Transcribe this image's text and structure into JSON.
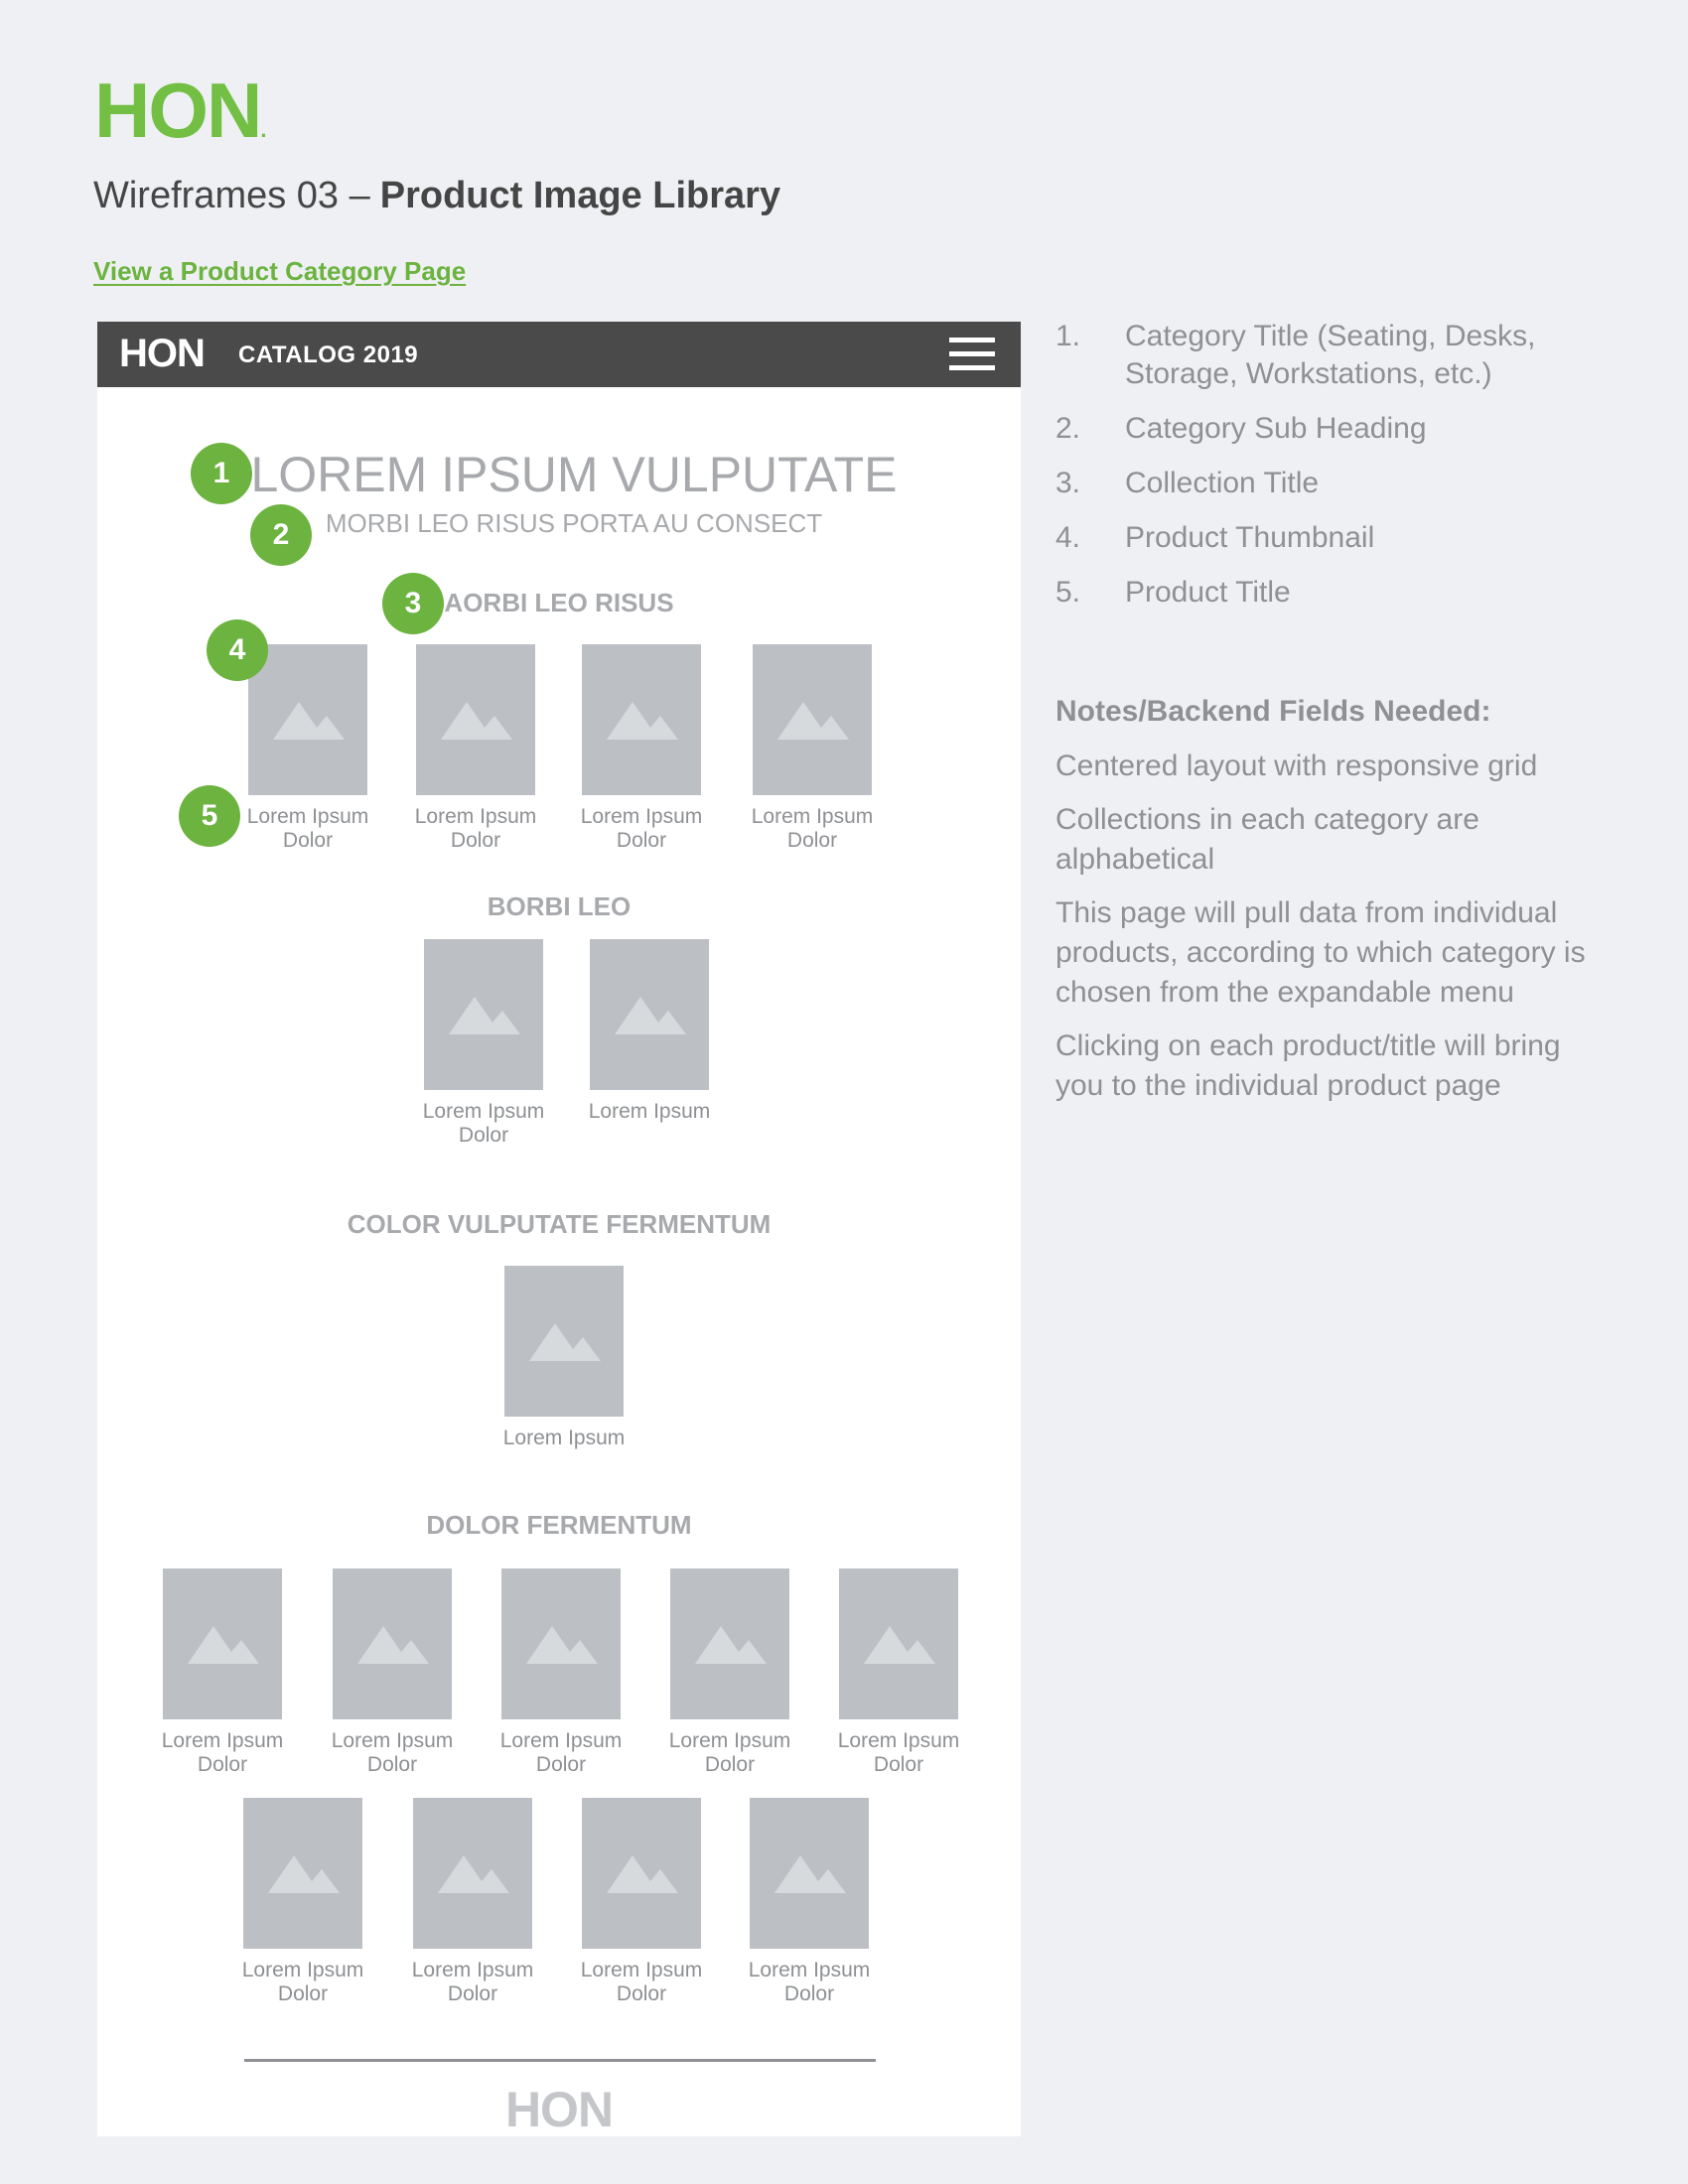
{
  "doc": {
    "logo": "HON",
    "title_prefix": "Wireframes 03 –",
    "title_main": "Product Image Library",
    "link": "View a Product Category Page"
  },
  "wireframe": {
    "header": {
      "logo": "HON",
      "catalog": "CATALOG 2019",
      "menu_icon": "hamburger-menu-icon"
    },
    "category_title": "LOREM IPSUM VULPUTATE",
    "category_subheading": "MORBI LEO RISUS PORTA AU CONSECT",
    "collections": [
      {
        "title": "AORBI LEO RISUS",
        "products": [
          "Lorem Ipsum\nDolor",
          "Lorem Ipsum\nDolor",
          "Lorem Ipsum\nDolor",
          "Lorem Ipsum\nDolor"
        ]
      },
      {
        "title": "BORBI LEO",
        "products": [
          "Lorem Ipsum\nDolor",
          "Lorem Ipsum"
        ]
      },
      {
        "title": "COLOR VULPUTATE FERMENTUM",
        "products": [
          "Lorem Ipsum"
        ]
      },
      {
        "title": "DOLOR FERMENTUM",
        "products": [
          "Lorem Ipsum\nDolor",
          "Lorem Ipsum\nDolor",
          "Lorem Ipsum\nDolor",
          "Lorem Ipsum\nDolor",
          "Lorem Ipsum\nDolor",
          "Lorem Ipsum\nDolor",
          "Lorem Ipsum\nDolor",
          "Lorem Ipsum\nDolor",
          "Lorem Ipsum\nDolor"
        ]
      }
    ],
    "badges": [
      "1",
      "2",
      "3",
      "4",
      "5"
    ],
    "footer_logo": "HON",
    "thumbnail_icon": "image-placeholder-icon"
  },
  "legend": [
    {
      "num": "1.",
      "text": "Category Title (Seating, Desks, Storage, Workstations, etc.)"
    },
    {
      "num": "2.",
      "text": "Category Sub Heading"
    },
    {
      "num": "3.",
      "text": "Collection Title"
    },
    {
      "num": "4.",
      "text": "Product Thumbnail"
    },
    {
      "num": "5.",
      "text": "Product Title"
    }
  ],
  "notes": {
    "heading": "Notes/Backend Fields Needed:",
    "items": [
      "Centered layout with responsive grid",
      "Collections in each category are alphabetical",
      "This page will pull data from individual products, according to which category is chosen from the expandable menu",
      "Clicking on each product/title will bring you to the individual product page"
    ]
  },
  "colors": {
    "brand_green": "#72bf44",
    "badge_green": "#6cb33f",
    "header_dark": "#4a4a4a",
    "placeholder": "#bcc0c4"
  }
}
